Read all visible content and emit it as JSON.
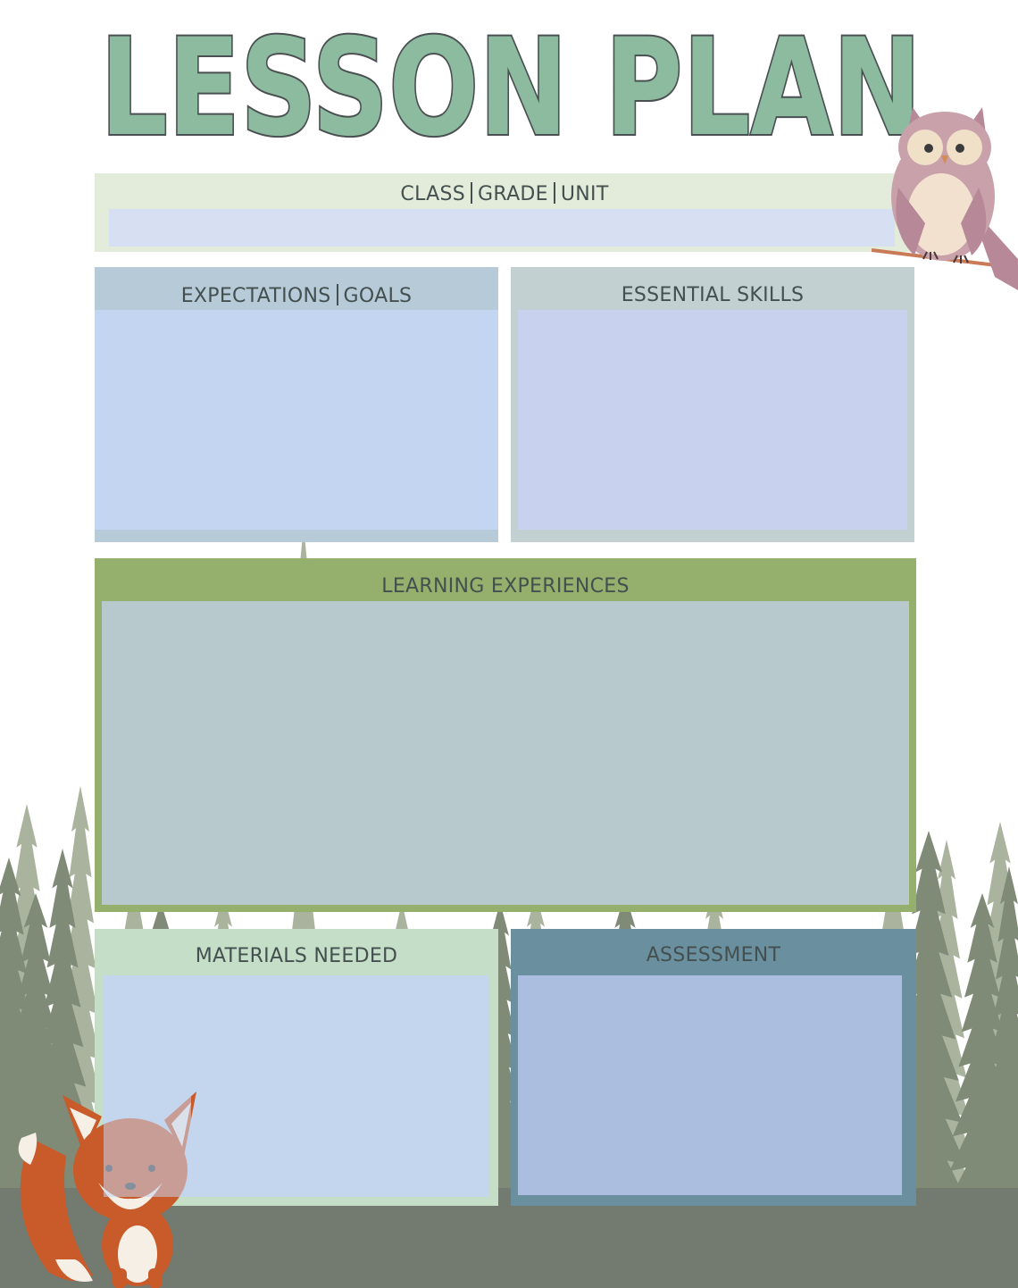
{
  "title": "LESSON PLAN",
  "sections": {
    "class": {
      "parts": [
        "CLASS",
        "GRADE",
        "UNIT"
      ]
    },
    "expectations": {
      "parts": [
        "EXPECTATIONS",
        "GOALS"
      ]
    },
    "essential_skills": {
      "label": "ESSENTIAL SKILLS"
    },
    "learning_experiences": {
      "label": "LEARNING EXPERIENCES"
    },
    "materials_needed": {
      "label": "MATERIALS NEEDED"
    },
    "assessment": {
      "label": "ASSESSMENT"
    }
  },
  "illustrations": {
    "owl": "owl-illustration",
    "fox": "fox-illustration",
    "forest": "pine-forest-background"
  },
  "colors": {
    "title_fill": "#8dbb9f",
    "title_outline": "#4a4f52",
    "learning_header": "#94b06c",
    "assessment_header": "#6a8f9f",
    "forest_dark": "#737a70"
  }
}
